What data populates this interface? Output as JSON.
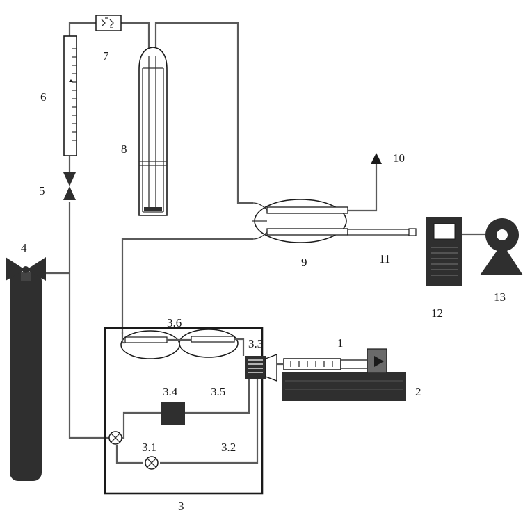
{
  "labels": {
    "l1": "1",
    "l2": "2",
    "l3": "3",
    "l3_1": "3.1",
    "l3_2": "3.2",
    "l3_3": "3.3",
    "l3_4": "3.4",
    "l3_5": "3.5",
    "l3_6": "3.6",
    "l4": "4",
    "l5": "5",
    "l6": "6",
    "l7": "7",
    "l8": "8",
    "l9": "9",
    "l10": "10",
    "l11": "11",
    "l12": "12",
    "l13": "13"
  },
  "colors": {
    "line": "#1a1a1a",
    "pipe": "#5a5a5a",
    "dark_fill": "#2f2f2f"
  }
}
